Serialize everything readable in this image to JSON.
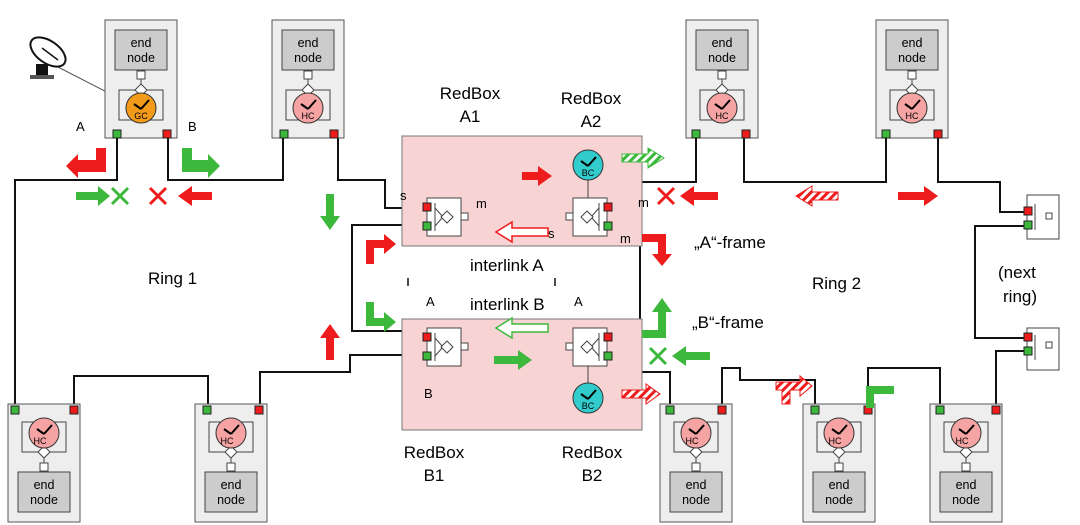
{
  "labels": {
    "ring1": "Ring 1",
    "ring2": "Ring 2",
    "next_ring_l1": "(next",
    "next_ring_l2": "ring)",
    "a_frame": "„A“-frame",
    "b_frame": "„B“-frame",
    "interlink_a": "interlink A",
    "interlink_b": "interlink B",
    "redbox_a1_l1": "RedBox",
    "redbox_a1_l2": "A1",
    "redbox_a2_l1": "RedBox",
    "redbox_a2_l2": "A2",
    "redbox_b1_l1": "RedBox",
    "redbox_b1_l2": "B1",
    "redbox_b2_l1": "RedBox",
    "redbox_b2_l2": "B2",
    "port_A": "A",
    "port_B": "B",
    "port_s": "s",
    "port_m": "m",
    "end_node_l1": "end",
    "end_node_l2": "node",
    "clock_gc": "GC",
    "clock_hc": "HC",
    "clock_bc": "BC"
  },
  "colors": {
    "red": "#ee1c1c",
    "green": "#3cb83c",
    "redbox_fill": "#f8d3d3",
    "gc_clock": "#f29b1b",
    "hc_clock": "#f5a3a3",
    "bc_clock": "#33cccc",
    "node_bg": "#eeeeee"
  }
}
